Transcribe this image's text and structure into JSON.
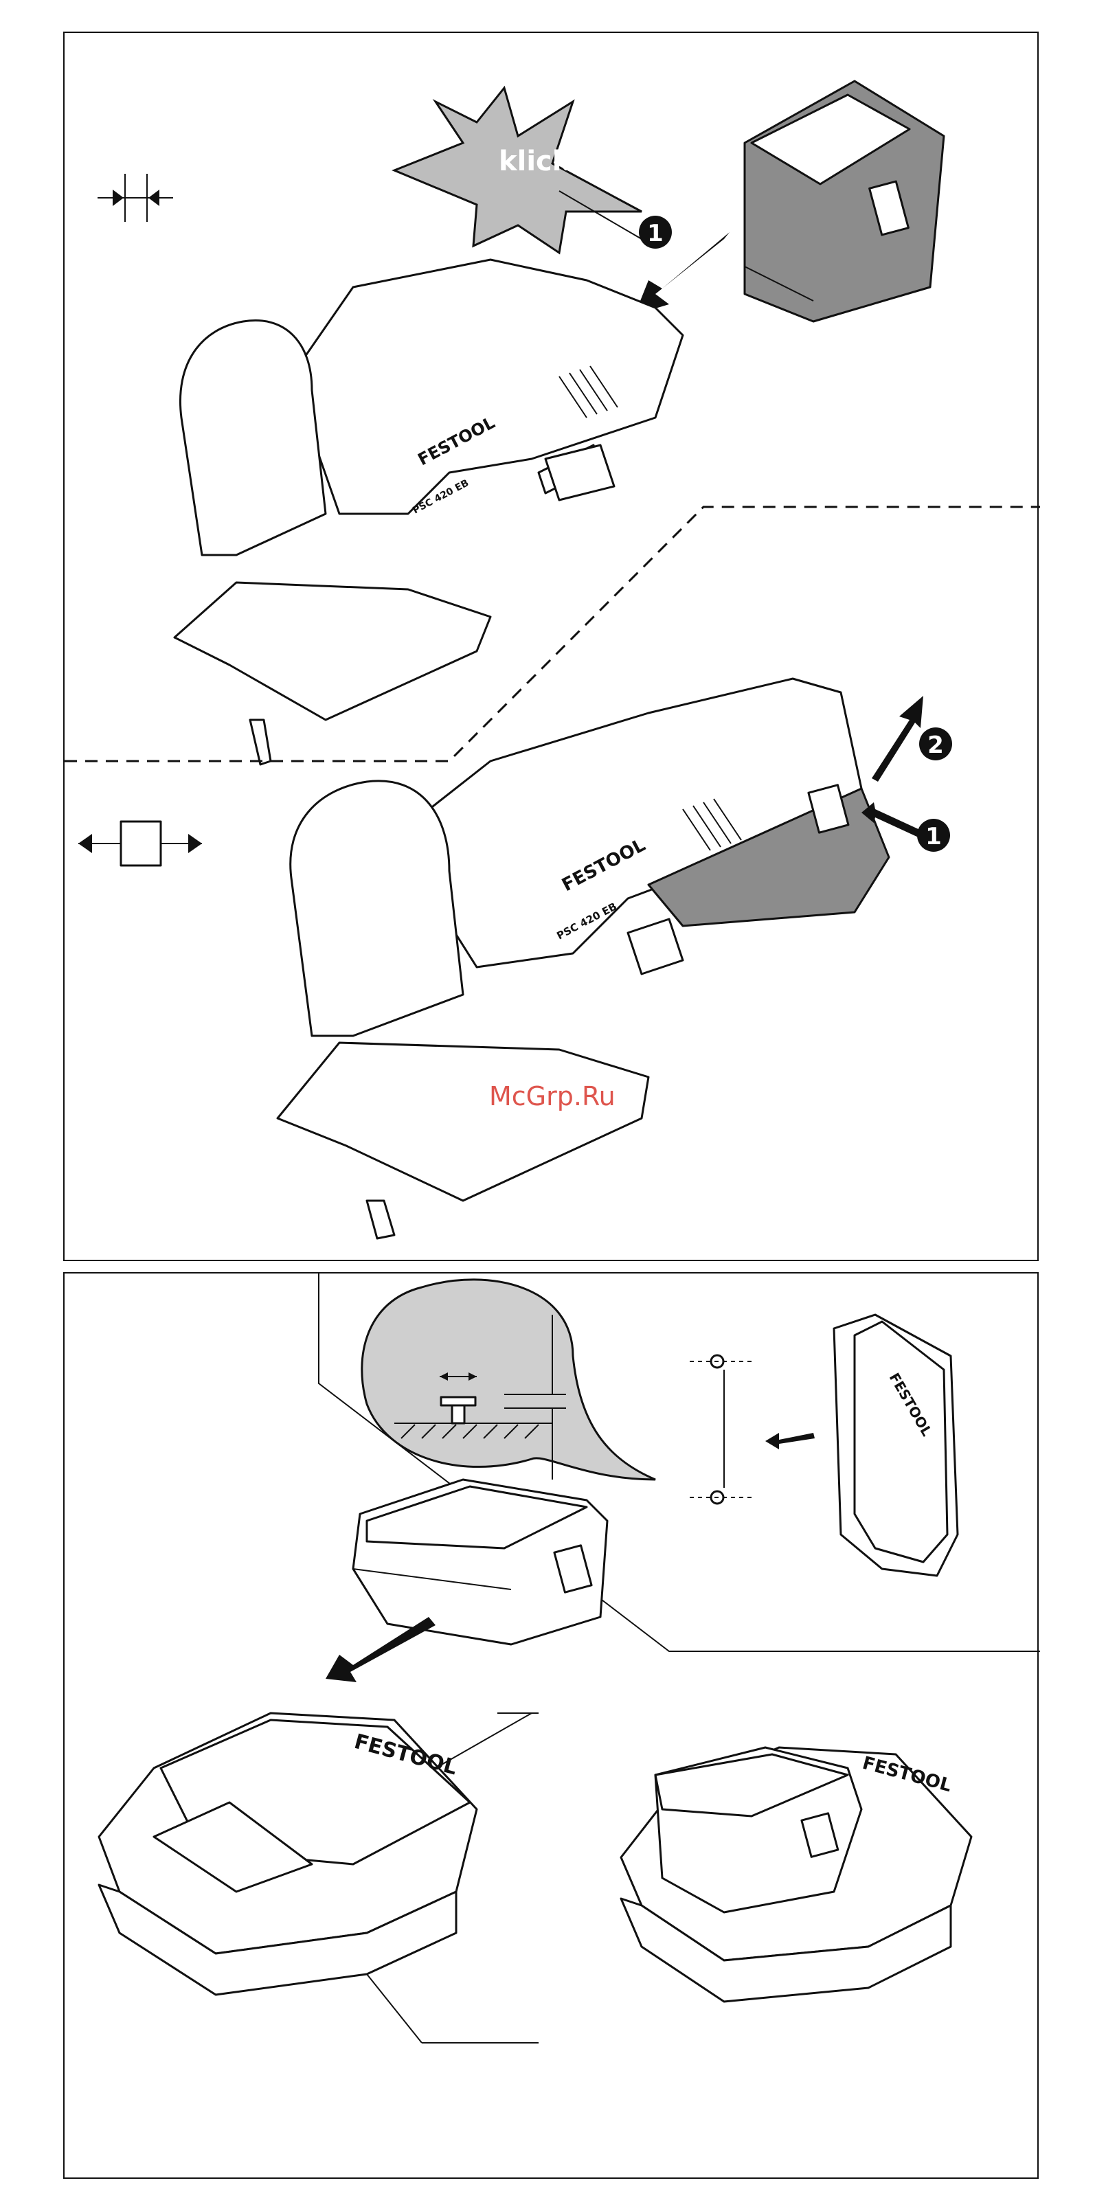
{
  "top_panel": {
    "callout_word": "klick",
    "brand_label": "FESTOOL",
    "model_label": "PSC 420 EB",
    "step_badges": [
      "1",
      "1",
      "2"
    ]
  },
  "bottom_panel": {
    "charger_brand": "FESTOOL"
  },
  "watermark": "McGrp.Ru",
  "colors": {
    "battery_fill": "#8c8c8c",
    "callout_fill": "#bdbdbd",
    "line": "#111111",
    "watermark": "#d9382e"
  },
  "icons": [
    "insert-arrows-icon",
    "remove-arrows-icon"
  ]
}
